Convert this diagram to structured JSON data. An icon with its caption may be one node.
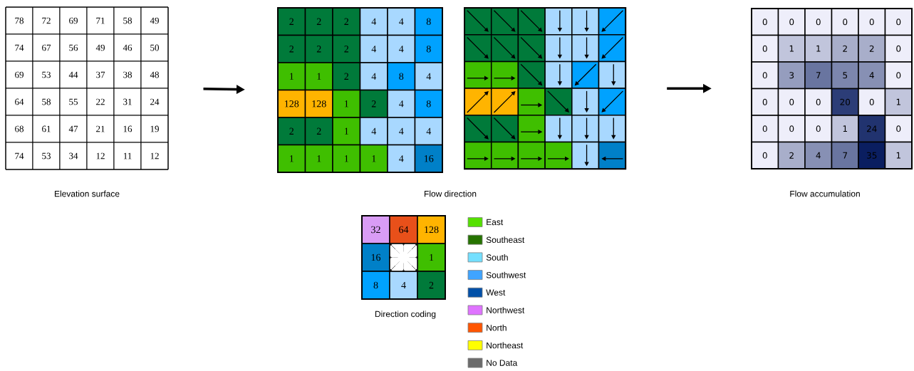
{
  "diagram": {
    "nodes": [
      {
        "text": [
          "78",
          "72",
          "69",
          "71",
          "58",
          "49",
          "74",
          "67",
          "56",
          "49",
          "46",
          "50",
          "69",
          "53",
          "44",
          "37",
          "38",
          "48",
          "64",
          "58",
          "55",
          "22",
          "31",
          "24",
          "68",
          "61",
          "47",
          "21",
          "16",
          "19",
          "74",
          "53",
          "34",
          "12",
          "11",
          "12"
        ],
        "beside": [
          "Elevation surface"
        ]
      },
      {
        "text": [
          "2",
          "2",
          "2",
          "4",
          "4",
          "8",
          "2",
          "2",
          "2",
          "4",
          "4",
          "8",
          "1",
          "1",
          "2",
          "4",
          "8",
          "4",
          "128",
          "128",
          "1",
          "2",
          "4",
          "8",
          "2",
          "2",
          "1",
          "4",
          "4",
          "4",
          "1",
          "1",
          "1",
          "1",
          "4",
          "16"
        ]
      },
      {
        "text": [],
        "shape": "box"
      },
      {
        "text": [
          "0",
          "0",
          "0",
          "0",
          "0",
          "0",
          "0",
          "1",
          "1",
          "2",
          "2",
          "0",
          "0",
          "3",
          "7",
          "5",
          "4",
          "0",
          "0",
          "0",
          "0",
          "20",
          "0",
          "1",
          "0",
          "0",
          "0",
          "1",
          "24",
          "0",
          "0",
          "2",
          "4",
          "7",
          "35",
          "1"
        ],
        "beside": [
          "Flow accumulation"
        ]
      },
      {
        "text": [
          "32",
          "64",
          "128",
          "16",
          "1",
          "8",
          "4",
          "2"
        ],
        "beside": [
          "Direction coding"
        ]
      }
    ],
    "edges": [
      {
        "from": 0,
        "to": 1,
        "arrow": "to"
      },
      {
        "from": 2,
        "to": 3,
        "arrow": "to"
      }
    ],
    "labels": [
      "Flow direction"
    ],
    "legend": [
      {
        "text": "East",
        "color": "#55e000"
      },
      {
        "text": "Southeast",
        "color": "#267300"
      },
      {
        "text": "South",
        "color": "#73dfff"
      },
      {
        "text": "Southwest",
        "color": "#40a4ff"
      },
      {
        "text": "West",
        "color": "#0050a8"
      },
      {
        "text": "Northwest",
        "color": "#df73ff"
      },
      {
        "text": "North",
        "color": "#ff5500"
      },
      {
        "text": "Northeast",
        "color": "#ffff00"
      },
      {
        "text": "No Data",
        "color": "#6b6b6b"
      }
    ]
  }
}
